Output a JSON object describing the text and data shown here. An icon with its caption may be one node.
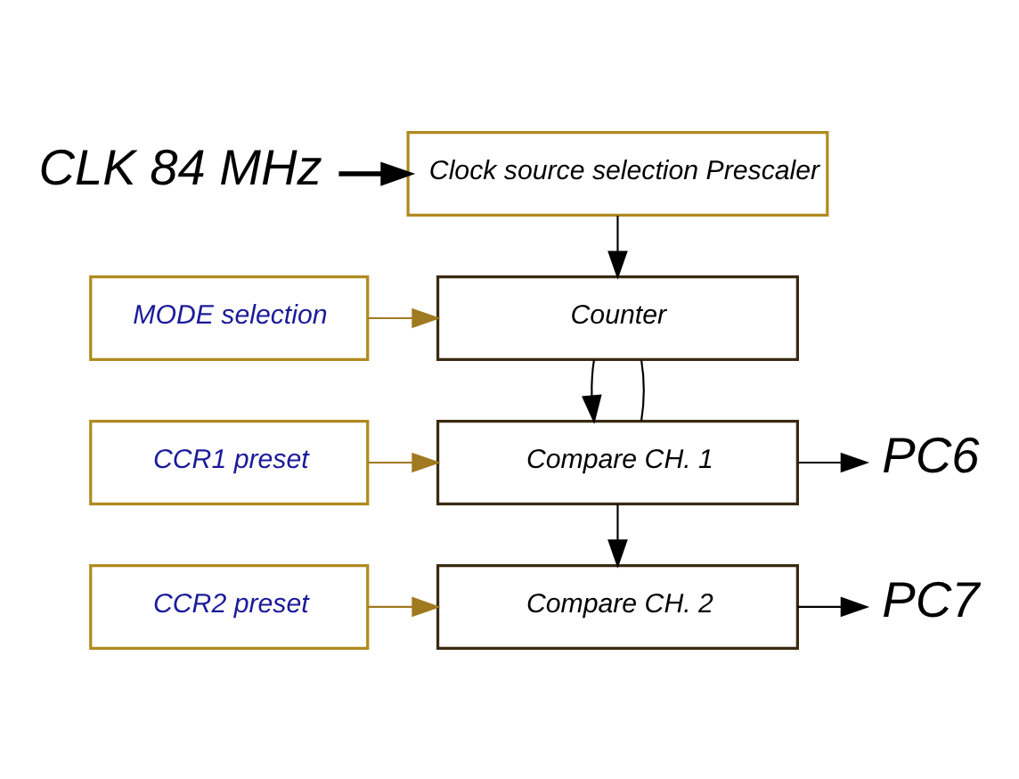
{
  "diagram": {
    "nodes": [
      {
        "text": [
          "CLK 84 MHz"
        ]
      },
      {
        "text": [
          "Clock source selection Prescaler"
        ]
      },
      {
        "text": [
          "MODE selection"
        ]
      },
      {
        "text": [
          "Counter"
        ]
      },
      {
        "text": [
          "CCR1 preset"
        ]
      },
      {
        "text": [
          "Compare CH. 1"
        ]
      },
      {
        "text": [
          "CCR2 preset"
        ]
      },
      {
        "text": [
          "Compare CH. 2"
        ]
      },
      {
        "text": [
          "PC6"
        ]
      },
      {
        "text": [
          "PC7"
        ]
      }
    ],
    "edges": [
      {
        "from": 0,
        "to": 1,
        "arrow": "to",
        "style": "thick"
      },
      {
        "from": 1,
        "to": 3,
        "arrow": "to"
      },
      {
        "from": 2,
        "to": 3,
        "arrow": "to",
        "color": "#a07a20"
      },
      {
        "from": 3,
        "to": 5,
        "arrow": "to"
      },
      {
        "from": 3,
        "to": 5,
        "arrow": "none"
      },
      {
        "from": 4,
        "to": 5,
        "arrow": "to",
        "color": "#a07a20"
      },
      {
        "from": 5,
        "to": 7,
        "arrow": "to"
      },
      {
        "from": 6,
        "to": 7,
        "arrow": "to",
        "color": "#a07a20"
      },
      {
        "from": 5,
        "to": 8,
        "arrow": "to"
      },
      {
        "from": 7,
        "to": 9,
        "arrow": "to"
      }
    ]
  }
}
